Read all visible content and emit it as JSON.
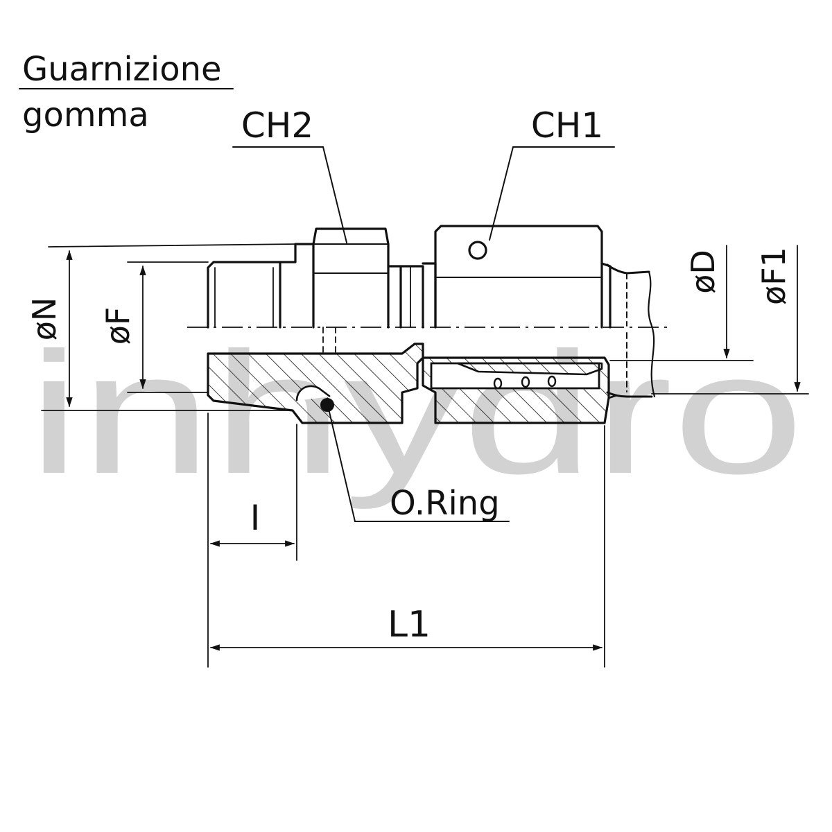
{
  "watermark": "inhydro",
  "labels": {
    "seal_line1": "Guarnizione",
    "seal_line2": "gomma",
    "ch2": "CH2",
    "ch1": "CH1",
    "dia_n": "øN",
    "dia_f": "øF",
    "dia_d": "øD",
    "dia_f1": "øF1",
    "oring": "O.Ring",
    "dim_i": "I",
    "dim_l1": "L1"
  },
  "colors": {
    "line": "#111111",
    "watermark": "#d2d2d2",
    "background": "#ffffff"
  }
}
